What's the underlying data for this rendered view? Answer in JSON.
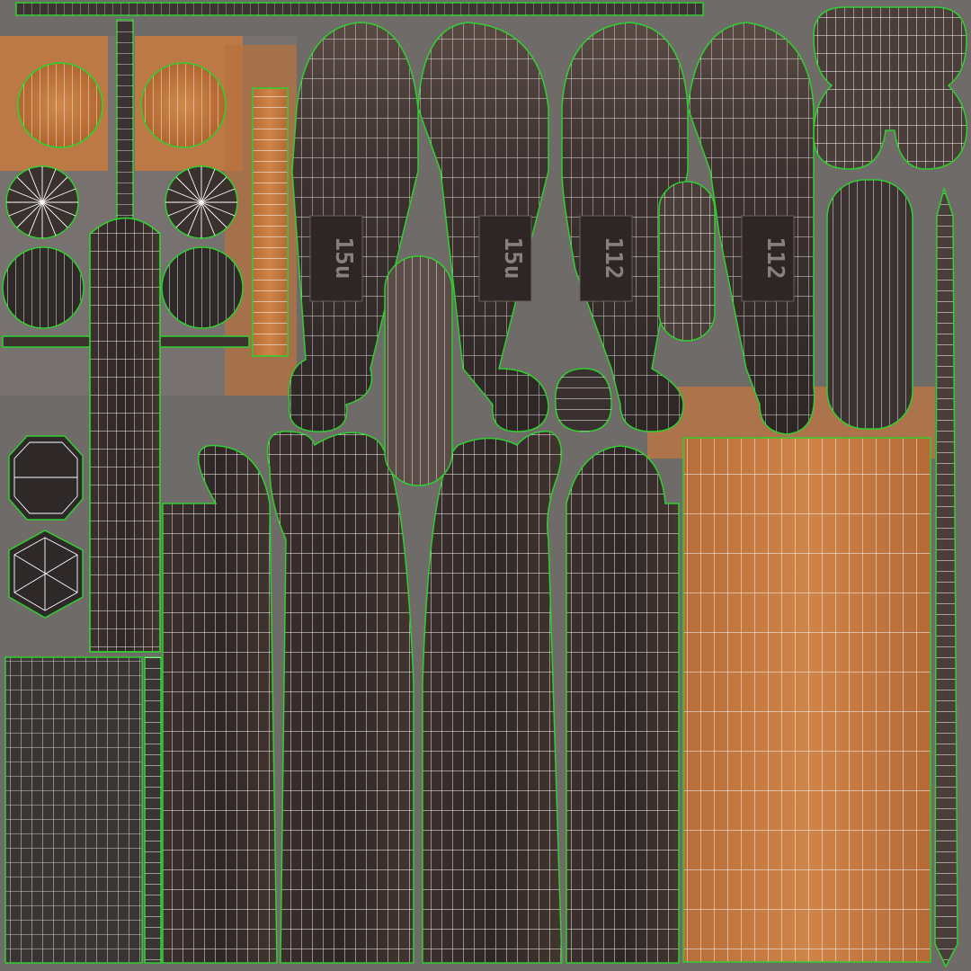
{
  "title": "",
  "stamps": {
    "left_head_a": "15u",
    "left_head_b": "15u",
    "right_head_a": "112",
    "right_head_b": "112"
  },
  "colors": {
    "background": "#6e6b6a",
    "metal_dark": "#3a3130",
    "metal_mid": "#4a3f3c",
    "wood": "#c0743b",
    "wood_light": "#d38a4c",
    "wire": "#ffffff",
    "uv_border": "#2fd02f"
  }
}
